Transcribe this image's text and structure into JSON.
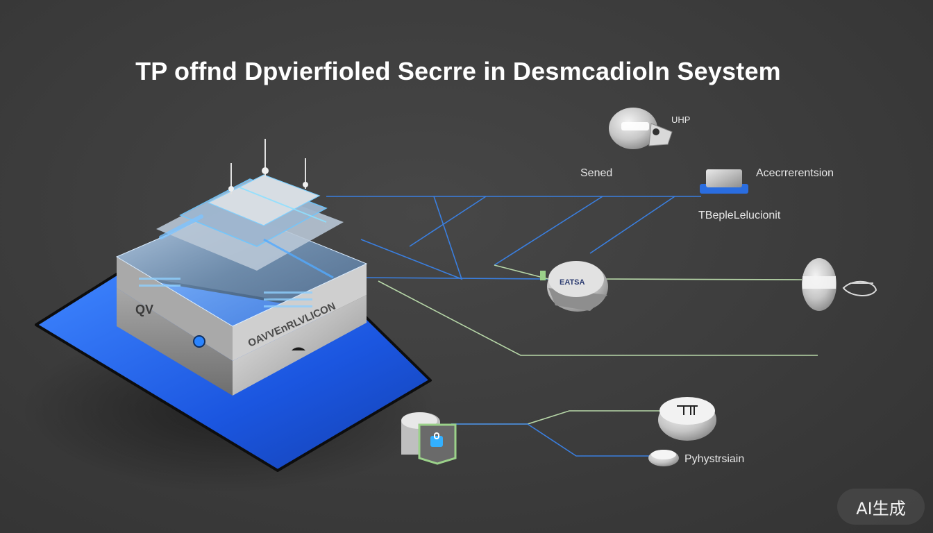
{
  "title": "TP offnd Dpvierfioled Secrre in Desmcadioln Seystem",
  "labels": {
    "uhp": "UHP",
    "sened": "Sened",
    "acce": "Acecrrerentsion",
    "tb": "TBepleLelucionit",
    "phys": "Pyhystrsiain"
  },
  "device_text": {
    "server_front": "OAVVEnRLVLICON",
    "server_side": "QV",
    "node_center": "EATSA"
  },
  "badge": "AI生成",
  "colors": {
    "background": "#3c3c3c",
    "accent_blue": "#1f5fe0",
    "line_blue": "#3a7fe0",
    "line_green": "#b7d7a8"
  }
}
